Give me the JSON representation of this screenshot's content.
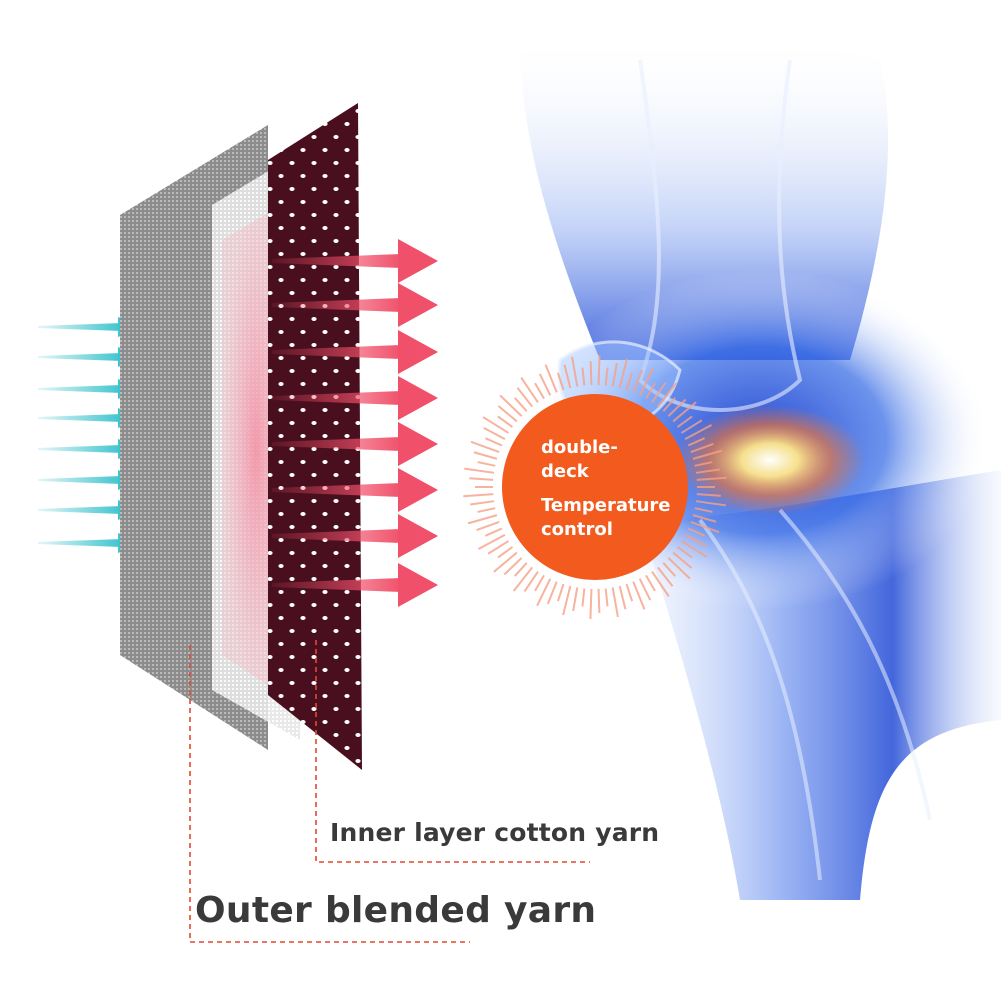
{
  "colors": {
    "background": "#ffffff",
    "outer_layer": "#8f8f8f",
    "inner_layer": "#4a0f1e",
    "inner_dots": "#ffffff",
    "pink_glow": "#f7a8b6",
    "cool_arrows": "#3ec4cf",
    "warm_arrows": "#f0506a",
    "badge": "#f25a1e",
    "badge_rays": "#f5a085",
    "leader_lines": "#e0492f",
    "knee_glow": "#2a52d8",
    "joint_hotspot": "#ffd24a",
    "label_text": "#3a3a3a"
  },
  "icons": {
    "incoming_arrows": "cool-air-arrow-icon",
    "outgoing_arrows": "warm-air-arrow-icon",
    "knee": "knee-joint-illustration",
    "badge": "temperature-badge"
  },
  "badge": {
    "line1": "double-",
    "line2": "deck",
    "line3": "Temperature",
    "line4": "control"
  },
  "labels": {
    "inner_layer": "Inner layer cotton yarn",
    "outer_layer": "Outer blended yarn"
  }
}
